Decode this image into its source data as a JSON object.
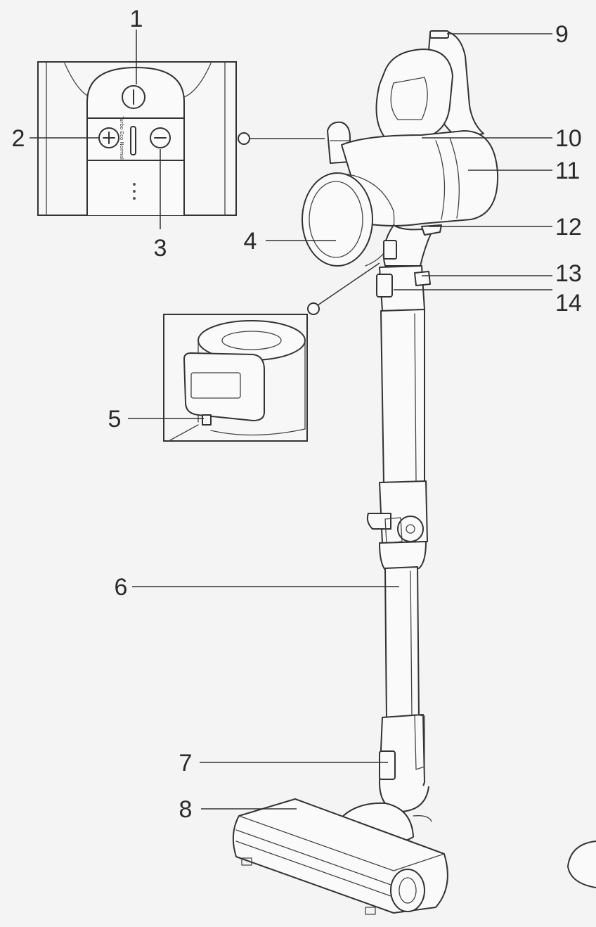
{
  "callouts": [
    {
      "id": "1",
      "label": "1"
    },
    {
      "id": "2",
      "label": "2"
    },
    {
      "id": "3",
      "label": "3"
    },
    {
      "id": "4",
      "label": "4"
    },
    {
      "id": "5",
      "label": "5"
    },
    {
      "id": "6",
      "label": "6"
    },
    {
      "id": "7",
      "label": "7"
    },
    {
      "id": "8",
      "label": "8"
    },
    {
      "id": "9",
      "label": "9"
    },
    {
      "id": "10",
      "label": "10"
    },
    {
      "id": "11",
      "label": "11"
    },
    {
      "id": "12",
      "label": "12"
    },
    {
      "id": "13",
      "label": "13"
    },
    {
      "id": "14",
      "label": "14"
    }
  ],
  "control_panel": {
    "mode_text": "Turbo Eco Normal",
    "buttons": [
      "power-button",
      "plus-button",
      "minus-button"
    ]
  },
  "colors": {
    "line": "#333333",
    "background": "#f4f4f4",
    "part_fill": "#fafafa"
  }
}
